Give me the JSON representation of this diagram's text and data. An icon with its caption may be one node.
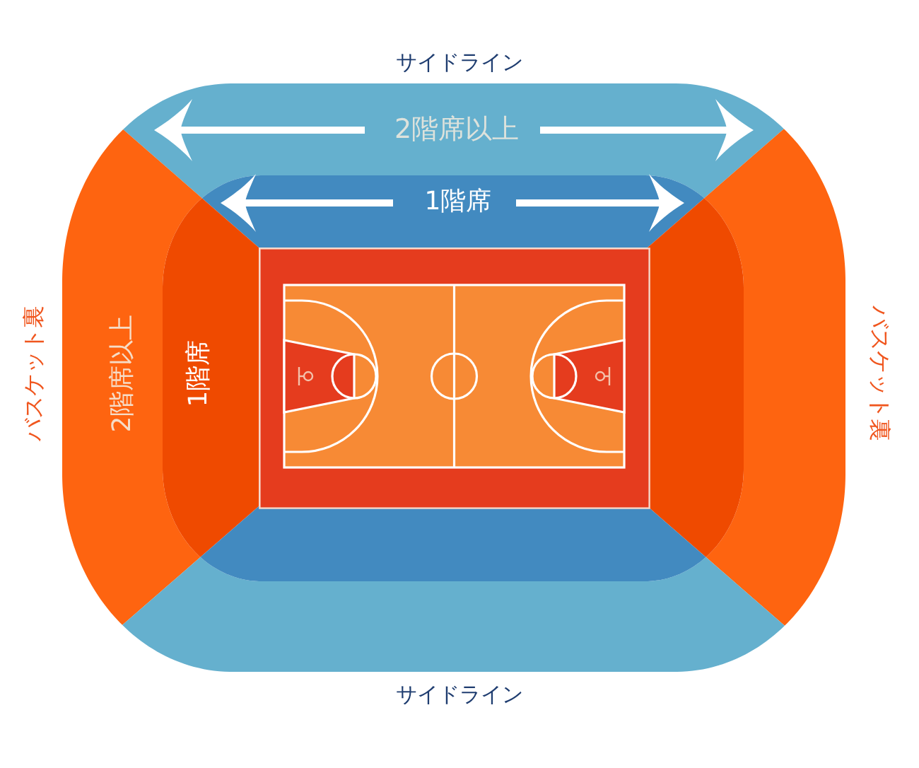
{
  "diagram": {
    "nodes": [
      {
        "text": [
          "2階席以上"
        ],
        "beside": [
          "サイドライン"
        ]
      },
      {
        "text": [
          "1階席"
        ]
      },
      {
        "text": [
          "2階席以上"
        ],
        "beside": [
          "バスケット裏"
        ]
      },
      {
        "text": [
          "1階席"
        ]
      },
      {
        "text": [],
        "shape": "band"
      },
      {
        "text": [],
        "shape": "band",
        "beside": [
          "バスケット裏"
        ]
      },
      {
        "text": [],
        "shape": "band"
      },
      {
        "text": [],
        "shape": "band",
        "beside": [
          "サイドライン"
        ]
      }
    ]
  }
}
